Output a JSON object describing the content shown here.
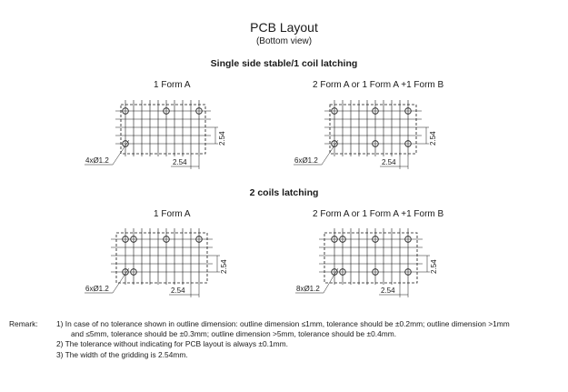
{
  "title": "PCB Layout",
  "subtitle": "(Bottom view)",
  "sections": [
    {
      "heading": "Single side stable/1 coil latching",
      "layouts": [
        {
          "label": "1 Form A",
          "hole_callout": "4xØ1.2",
          "pitch_h": "2.54",
          "pitch_v": "2.54"
        },
        {
          "label": "2 Form A or 1 Form A +1 Form B",
          "hole_callout": "6xØ1.2",
          "pitch_h": "2.54",
          "pitch_v": "2.54"
        }
      ]
    },
    {
      "heading": "2 coils latching",
      "layouts": [
        {
          "label": "1 Form A",
          "hole_callout": "6xØ1.2",
          "pitch_h": "2.54",
          "pitch_v": "2.54"
        },
        {
          "label": "2 Form A or 1 Form A +1 Form B",
          "hole_callout": "8xØ1.2",
          "pitch_h": "2.54",
          "pitch_v": "2.54"
        }
      ]
    }
  ],
  "remarks": {
    "prefix": "Remark:",
    "items": [
      {
        "num": "1)",
        "lines": [
          "In case of no tolerance shown in outline dimension: outline dimension ≤1mm, tolerance should be ±0.2mm; outline dimension >1mm",
          "and ≤5mm, tolerance should be ±0.3mm; outline dimension >5mm, tolerance should be ±0.4mm."
        ]
      },
      {
        "num": "2)",
        "lines": [
          "The tolerance without indicating for PCB layout  is always ±0.1mm."
        ]
      },
      {
        "num": "3)",
        "lines": [
          "The width of the gridding is 2.54mm."
        ]
      }
    ]
  }
}
